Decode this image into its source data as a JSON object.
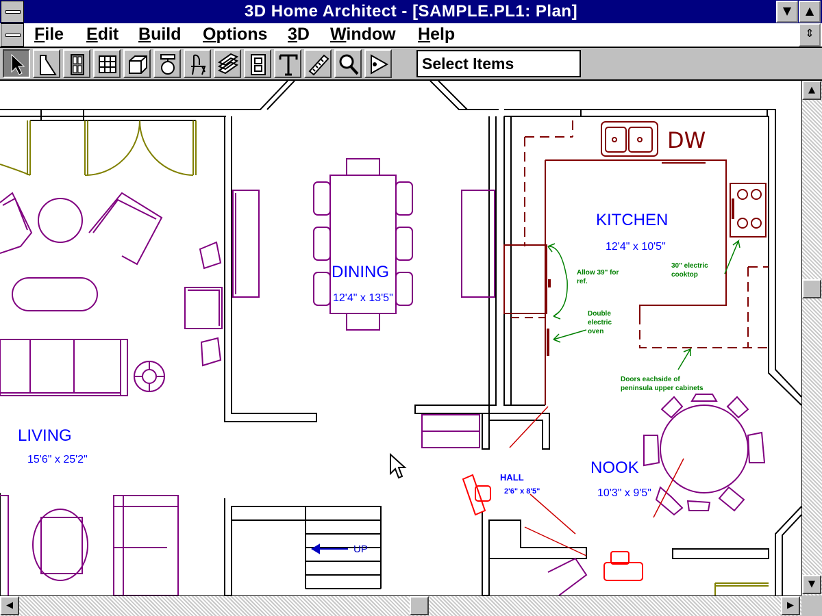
{
  "window": {
    "title": "3D Home Architect - [SAMPLE.PL1: Plan]",
    "minimize_glyph": "▼",
    "maximize_glyph": "▲",
    "restore_glyph": "⇕"
  },
  "menu": {
    "items": [
      {
        "key": "F",
        "rest": "ile"
      },
      {
        "key": "E",
        "rest": "dit"
      },
      {
        "key": "B",
        "rest": "uild"
      },
      {
        "key": "O",
        "rest": "ptions"
      },
      {
        "key": "3",
        "rest": "D"
      },
      {
        "key": "W",
        "rest": "indow"
      },
      {
        "key": "H",
        "rest": "elp"
      }
    ]
  },
  "toolbar": {
    "tools": [
      "select-arrow-icon",
      "wall-icon",
      "door-icon",
      "window-grid-icon",
      "cabinet-icon",
      "fixture-icon",
      "furniture-chair-icon",
      "stairs-icon",
      "electrical-outlet-icon",
      "text-icon",
      "dimension-ruler-icon",
      "zoom-magnifier-icon",
      "camera-view-icon"
    ],
    "status": "Select Items"
  },
  "plan": {
    "rooms": [
      {
        "name": "LIVING",
        "size": "15'6\" x 25'2\""
      },
      {
        "name": "DINING",
        "size": "12'4\" x 13'5\""
      },
      {
        "name": "KITCHEN",
        "size": "12'4\" x 10'5\""
      },
      {
        "name": "NOOK",
        "size": "10'3\" x 9'5\""
      },
      {
        "name": "HALL",
        "size": "2'6\" x 8'5\""
      }
    ],
    "appliance_label": "DW",
    "stairs_label": "UP",
    "notes": [
      {
        "lines": [
          "Allow 39\" for",
          "ref."
        ]
      },
      {
        "lines": [
          "30\" electric",
          "cooktop"
        ]
      },
      {
        "lines": [
          "Double",
          "electric",
          "oven"
        ]
      },
      {
        "lines": [
          "Doors eachside of",
          "peninsula upper cabinets"
        ]
      }
    ]
  },
  "colors": {
    "wall": "#000000",
    "furniture": "#800080",
    "kitchen": "#800000",
    "room_label": "#0000ff",
    "note": "#008000",
    "fixture_red": "#ff0000",
    "door_olive": "#808000"
  }
}
